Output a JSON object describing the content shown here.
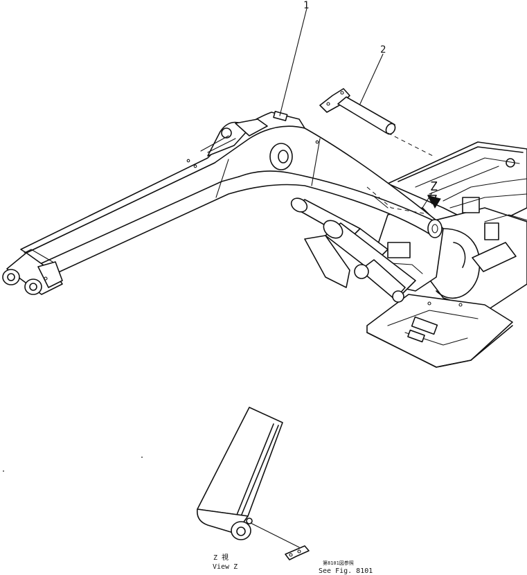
{
  "callouts": {
    "part_1": "1",
    "part_2": "2",
    "view_arrow": "Z"
  },
  "detail": {
    "view_label_jp": "Z 視",
    "view_label_en": "View Z",
    "ref_jp": "第8101図参照",
    "ref_en": "See Fig. 8101"
  }
}
